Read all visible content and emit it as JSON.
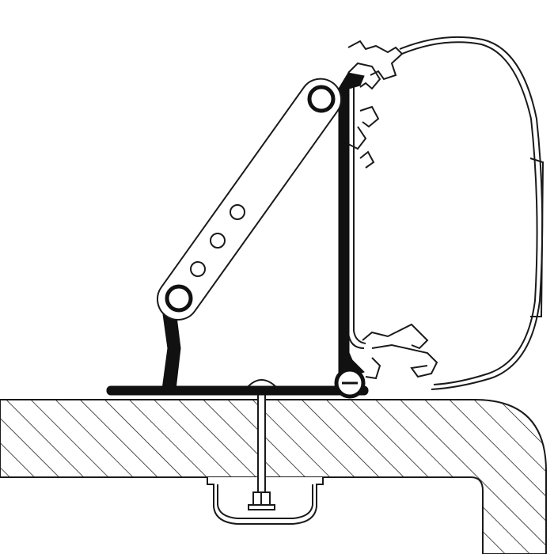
{
  "colors": {
    "line": "#1a1a1a",
    "background": "#ffffff",
    "bracket_fill": "#111111"
  },
  "components": {
    "roof_section": "hatched-cross-section",
    "bracket": "l-bracket-with-adjustable-arm",
    "arm_holes": 3,
    "awning_case": "outline-profile",
    "fixing_bolt": "bolt-with-nut",
    "roof_rail": "c-channel"
  }
}
